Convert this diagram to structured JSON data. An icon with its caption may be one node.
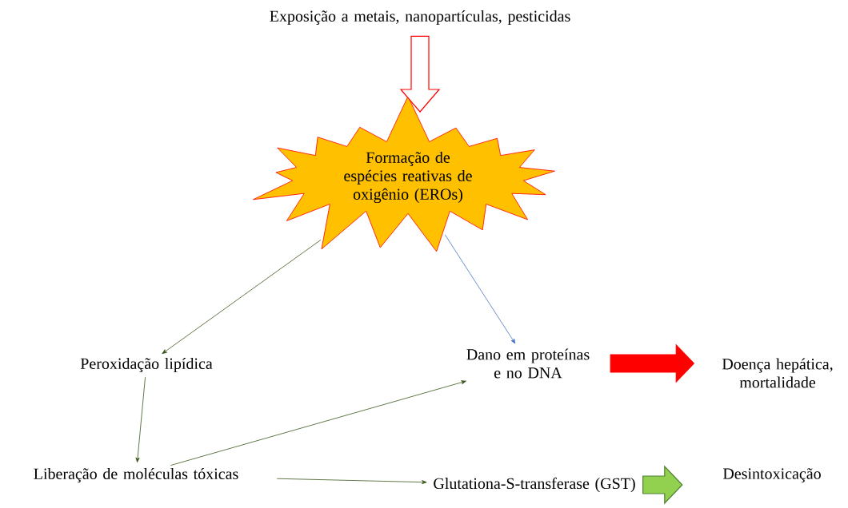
{
  "diagram": {
    "nodes": [
      {
        "text": [
          "Exposição a metais, nanopartículas, pesticidas"
        ]
      },
      {
        "text": [
          "Formação de espécies reativas de oxigênio (EROs)"
        ]
      },
      {
        "text": [
          "Peroxidação lipídica"
        ]
      },
      {
        "text": [
          "Dano em proteínas e no DNA"
        ]
      },
      {
        "text": [
          "Doença hepática, mortalidade"
        ]
      },
      {
        "text": [
          "Liberação de moléculas tóxicas"
        ]
      },
      {
        "text": [
          "Glutationa-S-transferase (GST)"
        ]
      },
      {
        "text": [
          "Desintoxicação"
        ]
      }
    ],
    "edges": [
      {
        "from": 0,
        "to": 1,
        "arrow": "to",
        "style": "thick",
        "color": "#ff0000"
      },
      {
        "from": 1,
        "to": 2,
        "arrow": "to"
      },
      {
        "from": 1,
        "to": 3,
        "arrow": "to",
        "color": "#4472c4"
      },
      {
        "from": 2,
        "to": 5,
        "arrow": "to"
      },
      {
        "from": 5,
        "to": 3,
        "arrow": "to"
      },
      {
        "from": 5,
        "to": 6,
        "arrow": "to"
      },
      {
        "from": 3,
        "to": 4,
        "arrow": "to",
        "style": "thick",
        "color": "#ff0000"
      },
      {
        "from": 6,
        "to": 7,
        "arrow": "to",
        "style": "thick",
        "color": "#92d050"
      }
    ]
  }
}
